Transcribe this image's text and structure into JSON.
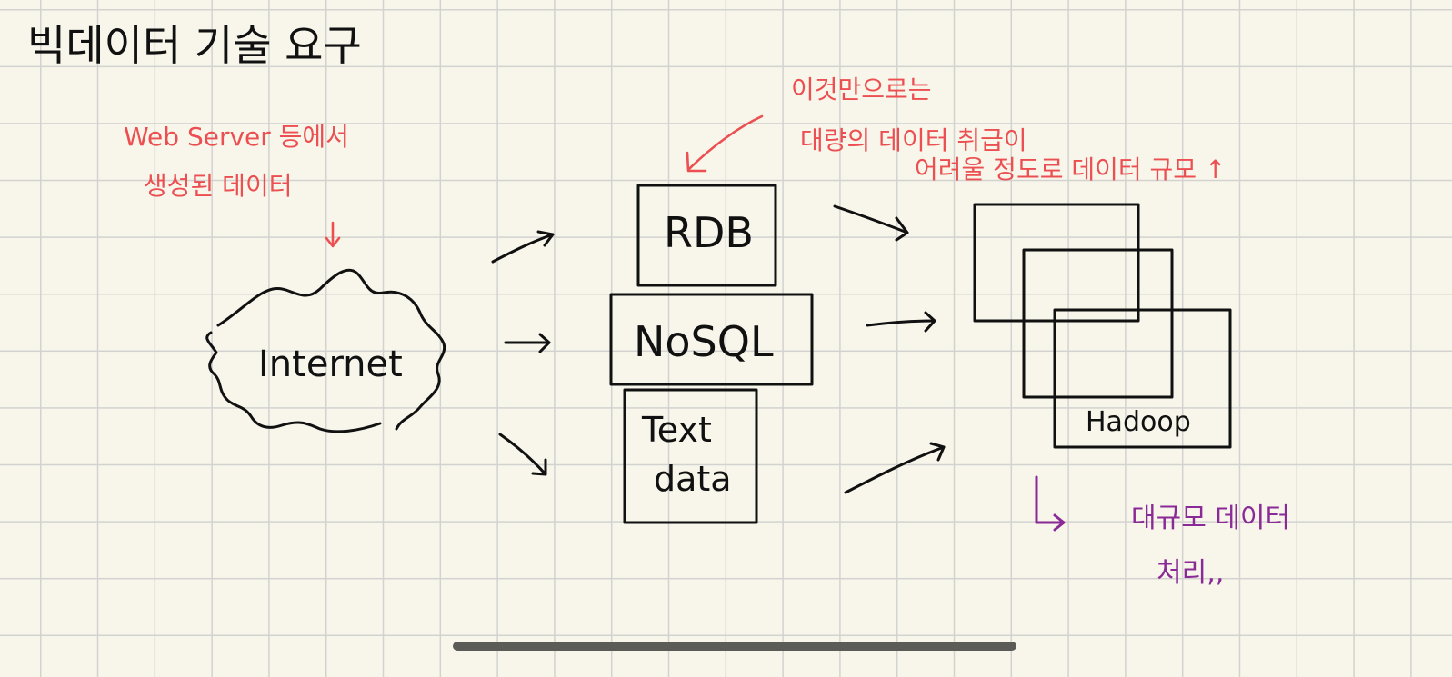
{
  "title": "빅데이터 기술 요구",
  "source_note": {
    "line1": "Web Server 등에서",
    "line2": "생성된 데이터"
  },
  "internet_label": "Internet",
  "storage_boxes": {
    "rdb": "RDB",
    "nosql": "NoSQL",
    "text_line1": "Text",
    "text_line2": "data"
  },
  "limit_note": {
    "line1": "이것만으로는",
    "line2": "대량의 데이터 취급이",
    "line3": "어려울 정도로 데이터 규모 ↑"
  },
  "hadoop_label": "Hadoop",
  "result_note": {
    "line1": "대규모 데이터",
    "line2": "처리,,"
  },
  "colors": {
    "ink": "#111111",
    "red": "#ec4f51",
    "purple": "#8a2a96",
    "paper": "#f8f6ea",
    "grid": "#d2d2d0"
  }
}
